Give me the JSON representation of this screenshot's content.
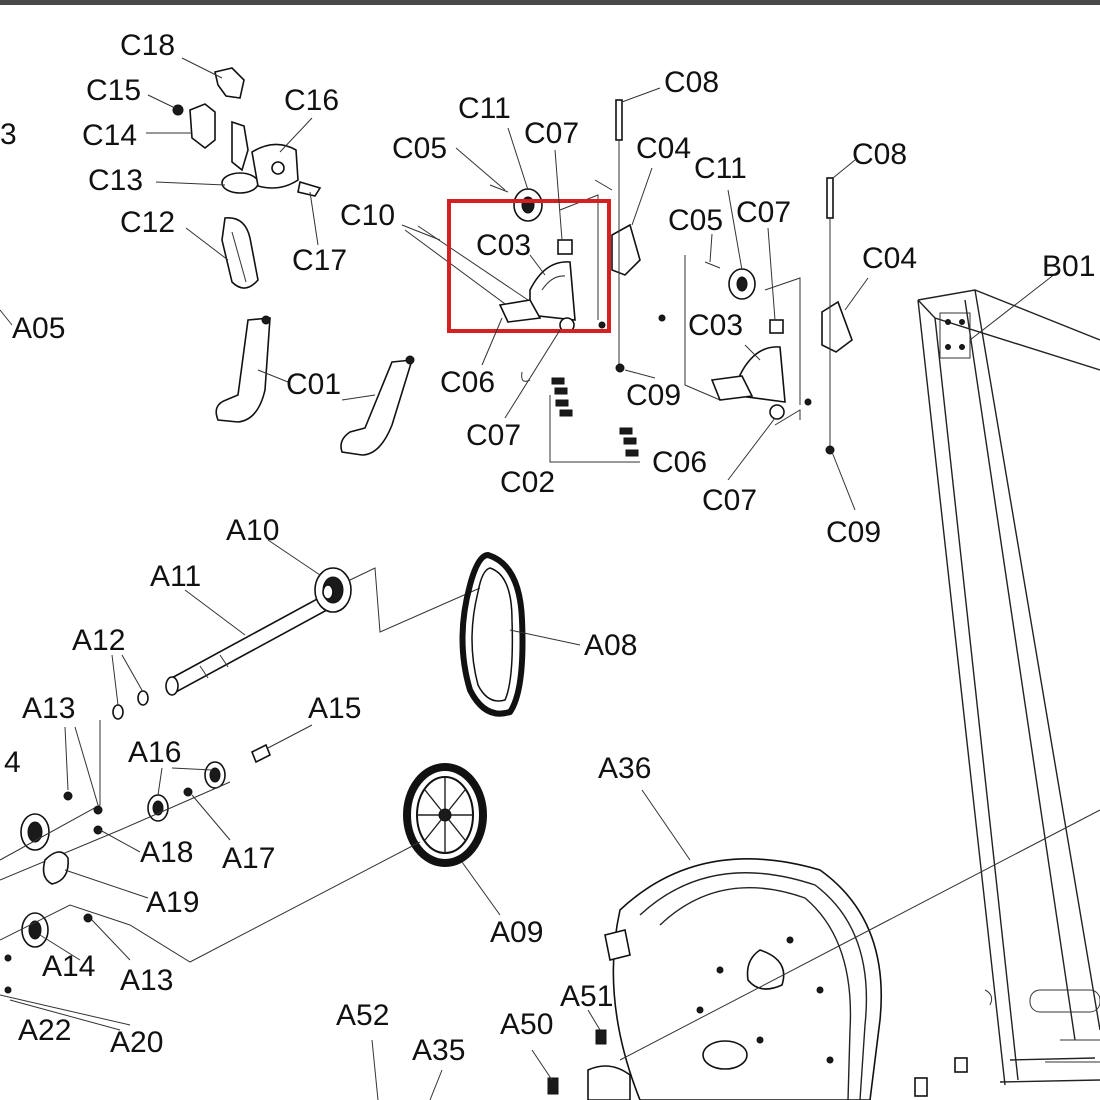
{
  "colors": {
    "highlight": "#d42020",
    "ink": "#111111",
    "topbar": "#4a4a4a"
  },
  "labels": {
    "c18": "C18",
    "c15": "C15",
    "c16": "C16",
    "c14": "C14",
    "c13": "C13",
    "c17": "C17",
    "c12": "C12",
    "a05": "A05",
    "c01": "C01",
    "c10": "C10",
    "c11a": "C11",
    "c07a": "C07",
    "c05a": "C05",
    "c03a": "C03",
    "c06a": "C06",
    "c07b": "C07",
    "c08a": "C08",
    "c04a": "C04",
    "c11b": "C11",
    "c05b": "C05",
    "c07c": "C07",
    "c08b": "C08",
    "c04b": "C04",
    "b01": "B01",
    "c03b": "C03",
    "c09a": "C09",
    "c06b": "C06",
    "c02": "C02",
    "c07d": "C07",
    "c09b": "C09",
    "a10": "A10",
    "a11": "A11",
    "a12": "A12",
    "a08": "A08",
    "a13a": "A13",
    "a15": "A15",
    "a16": "A16",
    "a18": "A18",
    "a17": "A17",
    "a19": "A19",
    "a36": "A36",
    "a09": "A09",
    "a14": "A14",
    "a13b": "A13",
    "a22": "A22",
    "a20": "A20",
    "a52": "A52",
    "a51": "A51",
    "a50": "A50",
    "a35": "A35",
    "edge3": "3",
    "edge4": "4"
  }
}
